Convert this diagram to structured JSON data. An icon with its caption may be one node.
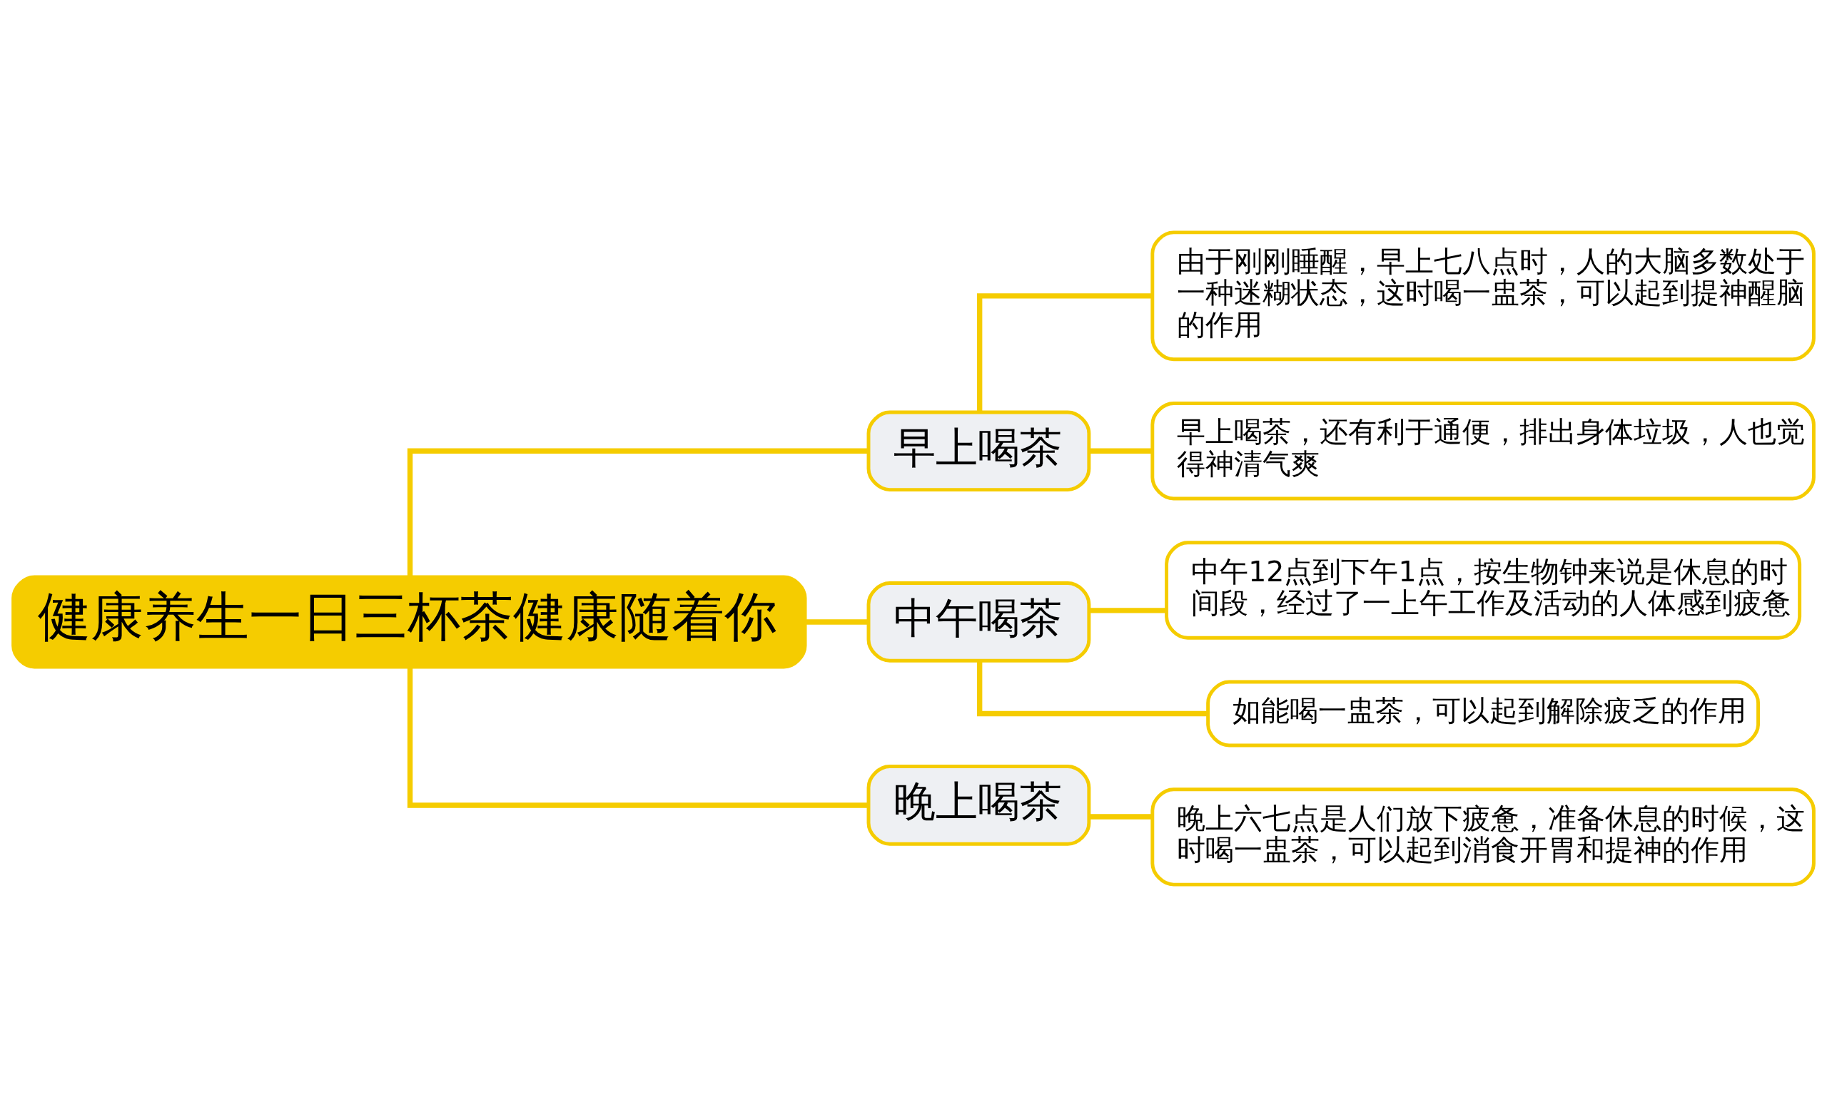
{
  "diagram": {
    "nodes": [
      {
        "text": [
          "健康养生一日三杯茶健康随着你"
        ]
      },
      {
        "text": [
          "早上喝茶"
        ]
      },
      {
        "text": [
          "由于刚刚睡醒，早上七八点时，人的大脑多数处于一种迷糊状态，这时喝一盅茶，可以起到提神醒脑的作用"
        ]
      },
      {
        "text": [
          "早上喝茶，还有利于通便，排出身体垃圾，人也觉得神清气爽"
        ]
      },
      {
        "text": [
          "中午喝茶"
        ]
      },
      {
        "text": [
          "中午12点到下午1点，按生物钟来说是休息的时间段，经过了一上午工作及活动的人体感到疲惫"
        ]
      },
      {
        "text": [
          "如能喝一盅茶，可以起到解除疲乏的作用"
        ]
      },
      {
        "text": [
          "晚上喝茶"
        ]
      },
      {
        "text": [
          "晚上六七点是人们放下疲惫，准备休息的时候，这时喝一盅茶，可以起到消食开胃和提神的作用"
        ]
      }
    ],
    "edges": [
      {
        "from": 0,
        "to": 1,
        "arrow": "none"
      },
      {
        "from": 0,
        "to": 4,
        "arrow": "none"
      },
      {
        "from": 0,
        "to": 7,
        "arrow": "none"
      },
      {
        "from": 1,
        "to": 2,
        "arrow": "none"
      },
      {
        "from": 1,
        "to": 3,
        "arrow": "none"
      },
      {
        "from": 4,
        "to": 5,
        "arrow": "none"
      },
      {
        "from": 4,
        "to": 6,
        "arrow": "none"
      },
      {
        "from": 7,
        "to": 8,
        "arrow": "none"
      }
    ]
  }
}
